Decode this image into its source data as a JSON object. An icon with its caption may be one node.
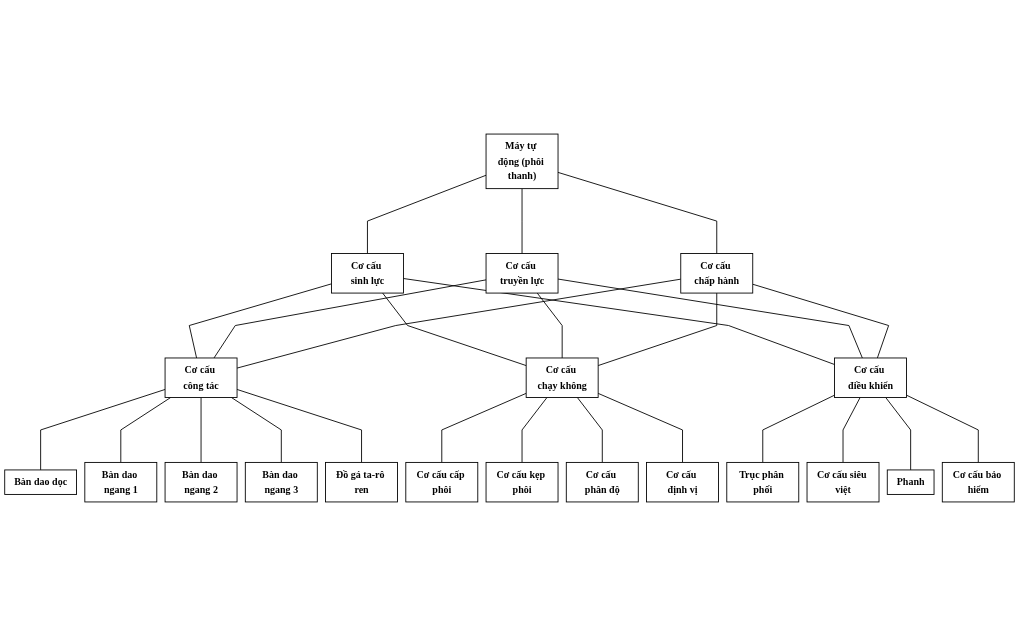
{
  "diagram": {
    "nodes": [
      {
        "text": [
          "Máy tự động (phôi thanh)"
        ]
      },
      {
        "text": [
          "Cơ cấu sinh lực"
        ]
      },
      {
        "text": [
          "Cơ cấu truyền lực"
        ]
      },
      {
        "text": [
          "Cơ cấu chấp hành"
        ]
      },
      {
        "text": [
          "Cơ cấu công tác"
        ]
      },
      {
        "text": [
          "Cơ cấu chạy không"
        ]
      },
      {
        "text": [
          "Cơ cấu điều khiển"
        ]
      },
      {
        "text": [
          "Bàn dao dọc"
        ]
      },
      {
        "text": [
          "Bàn dao ngang 1"
        ]
      },
      {
        "text": [
          "Bàn dao ngang 2"
        ]
      },
      {
        "text": [
          "Bàn dao ngang 3"
        ]
      },
      {
        "text": [
          "Đồ gá ta-rô ren"
        ]
      },
      {
        "text": [
          "Cơ cấu cấp phôi"
        ]
      },
      {
        "text": [
          "Cơ cấu kẹp phôi"
        ]
      },
      {
        "text": [
          "Cơ cấu phân độ"
        ]
      },
      {
        "text": [
          "Cơ cấu định vị"
        ]
      },
      {
        "text": [
          "Trục phân phối"
        ]
      },
      {
        "text": [
          "Cơ cấu siêu việt"
        ]
      },
      {
        "text": [
          "Phanh"
        ]
      },
      {
        "text": [
          "Cơ cấu bảo hiểm"
        ]
      }
    ],
    "edges": [
      {
        "from": 0,
        "to": 1,
        "arrow": "none"
      },
      {
        "from": 0,
        "to": 2,
        "arrow": "none"
      },
      {
        "from": 0,
        "to": 3,
        "arrow": "none"
      },
      {
        "from": 1,
        "to": 4,
        "arrow": "none"
      },
      {
        "from": 1,
        "to": 5,
        "arrow": "none"
      },
      {
        "from": 1,
        "to": 6,
        "arrow": "none"
      },
      {
        "from": 2,
        "to": 4,
        "arrow": "none"
      },
      {
        "from": 2,
        "to": 5,
        "arrow": "none"
      },
      {
        "from": 2,
        "to": 6,
        "arrow": "none"
      },
      {
        "from": 3,
        "to": 4,
        "arrow": "none"
      },
      {
        "from": 3,
        "to": 5,
        "arrow": "none"
      },
      {
        "from": 3,
        "to": 6,
        "arrow": "none"
      },
      {
        "from": 4,
        "to": 7,
        "arrow": "none"
      },
      {
        "from": 4,
        "to": 8,
        "arrow": "none"
      },
      {
        "from": 4,
        "to": 9,
        "arrow": "none"
      },
      {
        "from": 4,
        "to": 10,
        "arrow": "none"
      },
      {
        "from": 4,
        "to": 11,
        "arrow": "none"
      },
      {
        "from": 5,
        "to": 12,
        "arrow": "none"
      },
      {
        "from": 5,
        "to": 13,
        "arrow": "none"
      },
      {
        "from": 5,
        "to": 14,
        "arrow": "none"
      },
      {
        "from": 5,
        "to": 15,
        "arrow": "none"
      },
      {
        "from": 6,
        "to": 16,
        "arrow": "none"
      },
      {
        "from": 6,
        "to": 17,
        "arrow": "none"
      },
      {
        "from": 6,
        "to": 18,
        "arrow": "none"
      },
      {
        "from": 6,
        "to": 19,
        "arrow": "none"
      }
    ]
  }
}
